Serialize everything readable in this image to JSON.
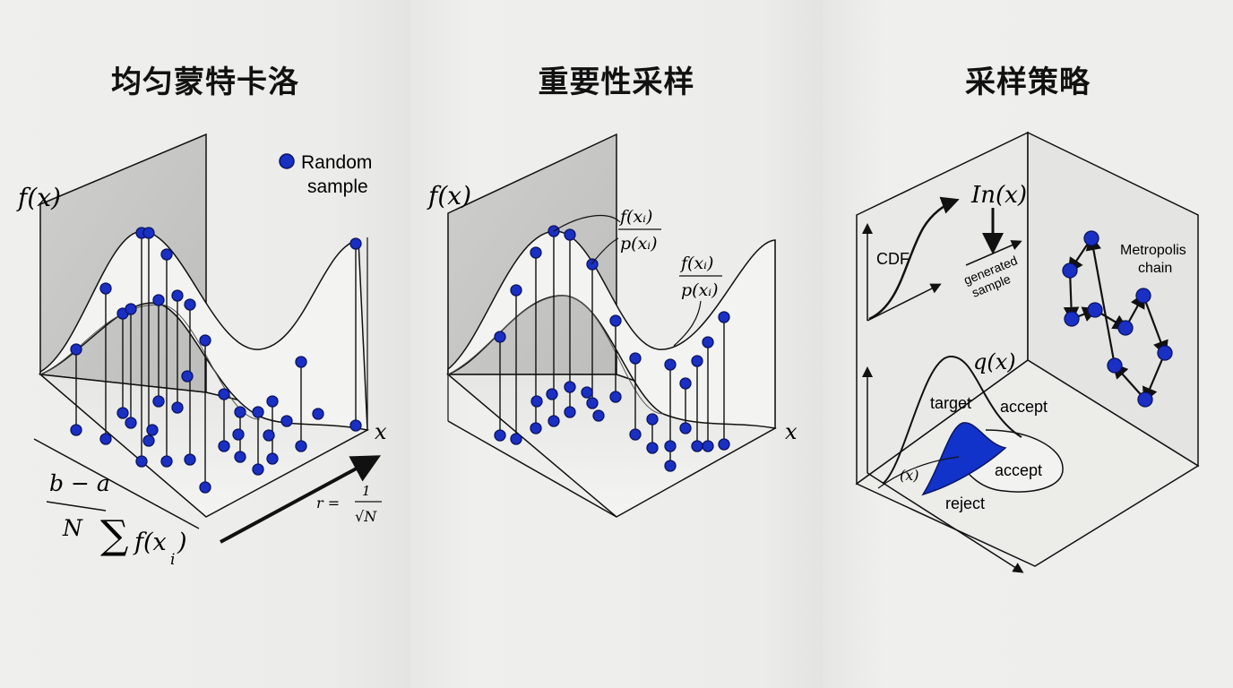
{
  "panels": [
    {
      "title": "均匀蒙特卡洛"
    },
    {
      "title": "重要性采样"
    },
    {
      "title": "采样策略"
    }
  ],
  "p1": {
    "fx": "f(x)",
    "legend_line1": "Random",
    "legend_line2": "sample",
    "x_axis": "x",
    "formula_num": "b − a",
    "formula_den": "N",
    "formula_sum": "∑",
    "formula_f": "f(x",
    "formula_sub": "i",
    "formula_close": ")",
    "rate_lhs": "r =",
    "rate_num": "1",
    "rate_den": "√N"
  },
  "p2": {
    "fx": "f(x)",
    "x_axis": "x",
    "frac_num": "f(xᵢ)",
    "frac_den": "p(xᵢ)"
  },
  "p3": {
    "cdf": "CDF",
    "inx": "In(x)",
    "generated_line1": "generated",
    "generated_line2": "sample",
    "metropolis_line1": "Metropolis",
    "metropolis_line2": "chain",
    "qx": "q(x)",
    "target": "target",
    "accept1": "accept",
    "accept2": "accept",
    "reject": "reject",
    "x_small": "(x)"
  },
  "colors": {
    "sample": "#1a2fc4",
    "sample_stroke": "#0a1460",
    "line": "#111111",
    "wall": "#c9c9c7"
  }
}
